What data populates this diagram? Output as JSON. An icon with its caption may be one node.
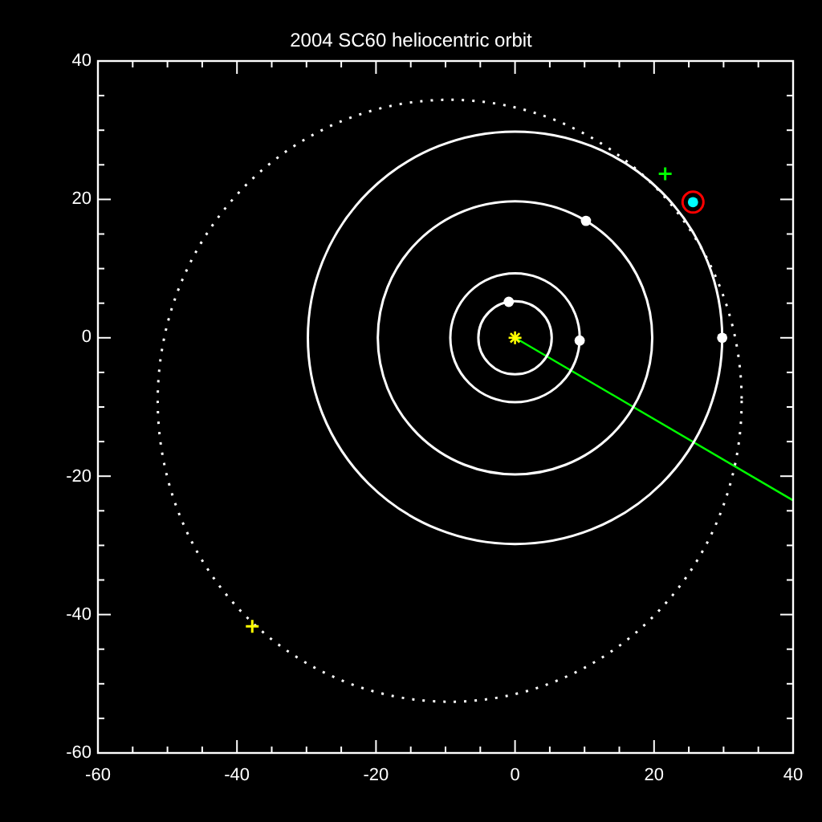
{
  "diagram": {
    "chart_data": {
      "type": "scatter",
      "title": "2004 SC60 heliocentric orbit",
      "xlim": [
        -60,
        40
      ],
      "ylim": [
        -60,
        40
      ],
      "xticks": [
        {
          "value": -60,
          "label": "-60"
        },
        {
          "value": -40,
          "label": "-40"
        },
        {
          "value": -20,
          "label": "-20"
        },
        {
          "value": 0,
          "label": "0"
        },
        {
          "value": 20,
          "label": "20"
        },
        {
          "value": 40,
          "label": "40"
        }
      ],
      "yticks": [
        {
          "value": -60,
          "label": "-60"
        },
        {
          "value": -40,
          "label": "-40"
        },
        {
          "value": -20,
          "label": "-20"
        },
        {
          "value": 0,
          "label": "0"
        },
        {
          "value": 20,
          "label": "20"
        },
        {
          "value": 40,
          "label": "40"
        }
      ],
      "series": [
        {
          "color": "#ffff00",
          "x": [
            0
          ],
          "values": [
            0
          ]
        },
        {
          "color": "#ffffff",
          "marker": "circle",
          "x": [
            -0.9,
            9.3,
            10.2,
            29.8
          ],
          "values": [
            5.2,
            -0.4,
            16.9,
            0
          ]
        },
        {
          "color": "#00ffff",
          "marker": "circle",
          "x": [
            25.6
          ],
          "values": [
            19.6
          ]
        },
        {
          "color": "#00ff00",
          "marker": "cross",
          "x": [
            21.6
          ],
          "values": [
            23.7
          ]
        },
        {
          "color": "#ffff00",
          "marker": "cross",
          "x": [
            -37.8
          ],
          "values": [
            -41.7
          ]
        }
      ]
    }
  }
}
